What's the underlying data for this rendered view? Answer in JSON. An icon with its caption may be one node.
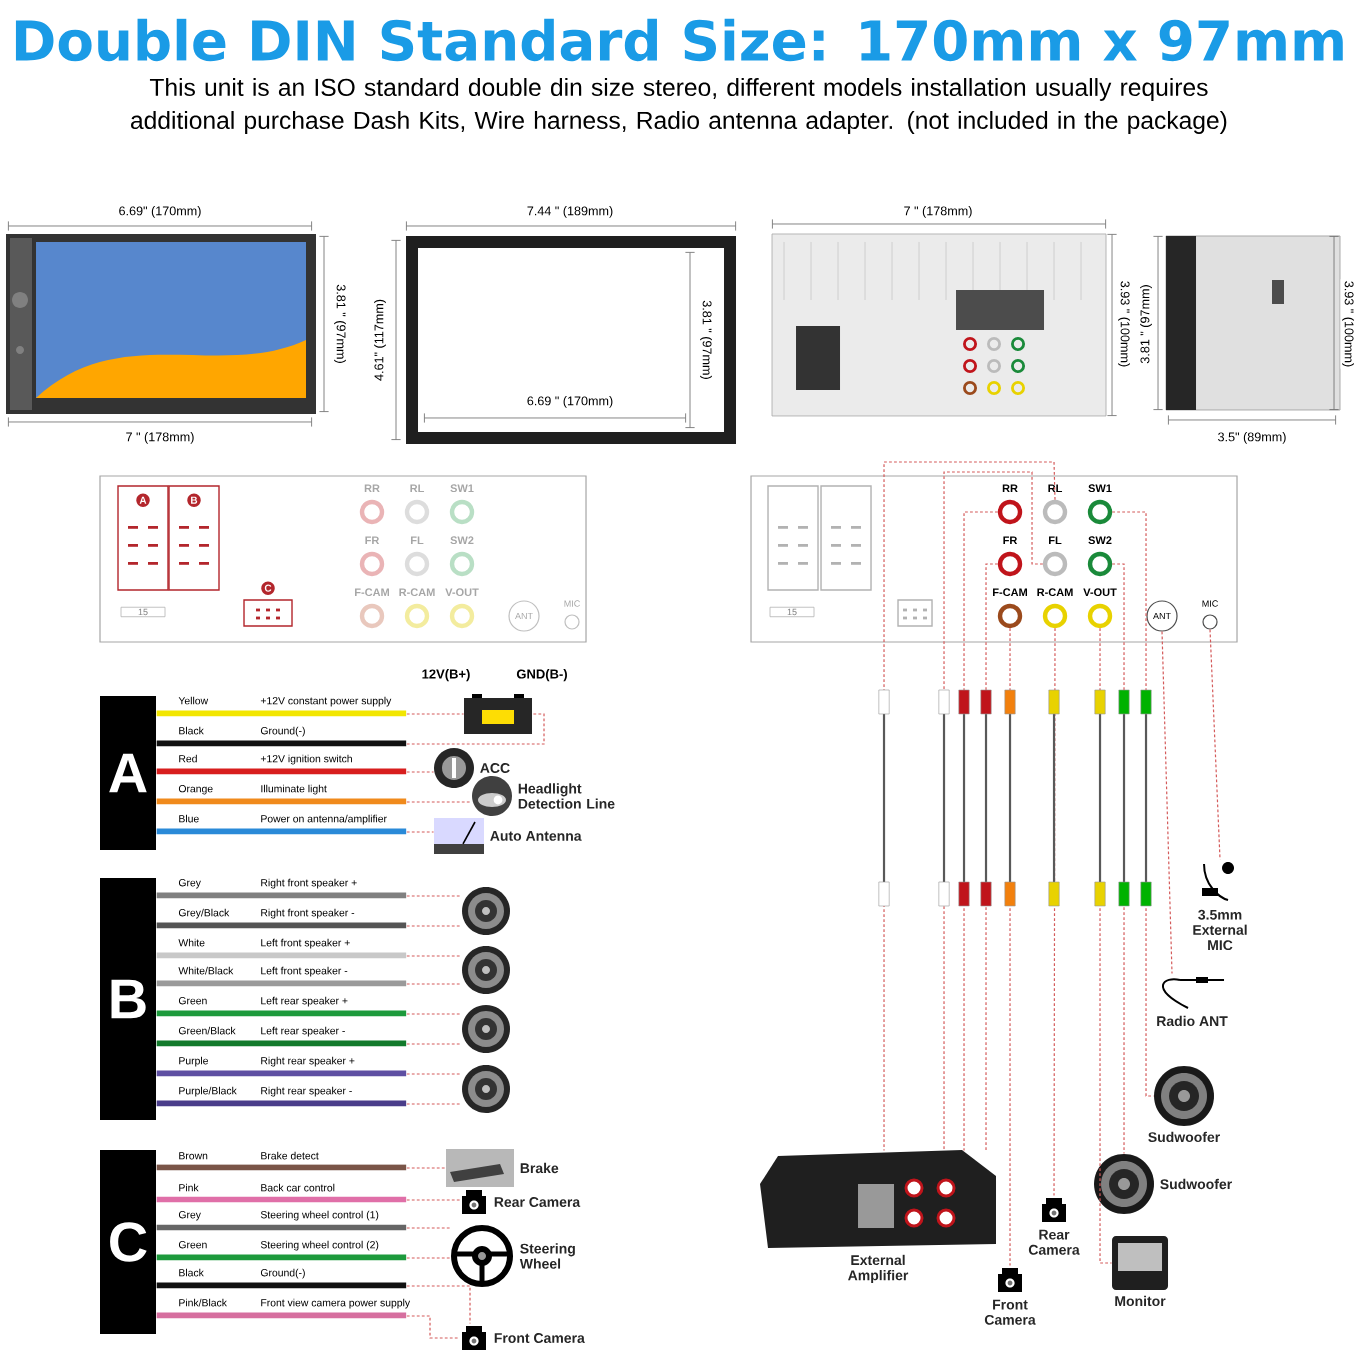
{
  "diagram": {
    "title": "Double DIN Standard Size: 170mm x 97mm",
    "nodes": [
      {
        "text": [],
        "shape": "box"
      },
      {
        "text": [
          "A"
        ],
        "in": 0
      },
      {
        "text": [
          "B"
        ],
        "in": 0
      },
      {
        "text": [
          "C"
        ],
        "in": 0
      },
      {
        "text": [
          "RR"
        ],
        "in": 0
      },
      {
        "text": [
          "RL"
        ],
        "in": 0
      },
      {
        "text": [
          "SW1"
        ],
        "in": 0
      },
      {
        "text": [
          "FR"
        ],
        "in": 0
      },
      {
        "text": [
          "FL"
        ],
        "in": 0
      },
      {
        "text": [
          "SW2"
        ],
        "in": 0
      },
      {
        "text": [
          "F-CAM"
        ],
        "in": 0
      },
      {
        "text": [
          "R-CAM"
        ],
        "in": 0
      },
      {
        "text": [
          "V-OUT"
        ],
        "in": 0
      },
      {
        "text": [
          "ANT"
        ],
        "in": 0
      },
      {
        "text": [
          "MIC"
        ],
        "in": 0
      },
      {
        "text": [],
        "shape": "box"
      },
      {
        "text": [],
        "shape": "box",
        "in": 15
      },
      {
        "text": [],
        "shape": "box",
        "in": 15
      },
      {
        "text": [],
        "shape": "box",
        "in": 15
      },
      {
        "text": [
          "RR"
        ],
        "in": 15
      },
      {
        "text": [
          "RL"
        ],
        "in": 15
      },
      {
        "text": [
          "SW1"
        ],
        "in": 15
      },
      {
        "text": [
          "FR"
        ],
        "in": 15
      },
      {
        "text": [
          "FL"
        ],
        "in": 15
      },
      {
        "text": [
          "SW2"
        ],
        "in": 15
      },
      {
        "text": [
          "F-CAM"
        ],
        "in": 15
      },
      {
        "text": [
          "R-CAM"
        ],
        "in": 15
      },
      {
        "text": [
          "V-OUT"
        ],
        "in": 15
      },
      {
        "text": [
          "ANT"
        ],
        "in": 15
      },
      {
        "text": [
          "MIC"
        ],
        "in": 15
      },
      {
        "text": [
          "A"
        ]
      },
      {
        "text": [
          "Yellow",
          "+12V constant power supply"
        ]
      },
      {
        "text": [
          "Black",
          "Ground(-)"
        ]
      },
      {
        "text": [
          "Red",
          "+12V ignition switch"
        ]
      },
      {
        "text": [
          "Orange",
          "Illuminate light"
        ]
      },
      {
        "text": [
          "Blue",
          "Power on antenna/amplifier"
        ]
      },
      {
        "text": [
          "B"
        ]
      },
      {
        "text": [
          "Grey",
          "Right front speaker +"
        ]
      },
      {
        "text": [
          "Grey/Black",
          "Right front speaker -"
        ]
      },
      {
        "text": [
          "White",
          "Left front speaker +"
        ]
      },
      {
        "text": [
          "White/Black",
          "Left front speaker -"
        ]
      },
      {
        "text": [
          "Green",
          "Left rear speaker +"
        ]
      },
      {
        "text": [
          "Green/Black",
          "Left rear speaker -"
        ]
      },
      {
        "text": [
          "Purple",
          "Right rear speaker +"
        ]
      },
      {
        "text": [
          "Purple/Black",
          "Right rear speaker -"
        ]
      },
      {
        "text": [
          "C"
        ]
      },
      {
        "text": [
          "Brown",
          "Brake detect"
        ]
      },
      {
        "text": [
          "Pink",
          "Back car control"
        ]
      },
      {
        "text": [
          "Grey",
          "Steering wheel control (1)"
        ]
      },
      {
        "text": [
          "Green",
          "Steering wheel control (2)"
        ]
      },
      {
        "text": [
          "Black",
          "Ground(-)"
        ]
      },
      {
        "text": [
          "Pink/Black",
          "Front view camera power supply"
        ]
      },
      {
        "text": [],
        "shape": "picture",
        "beside": [
          "12V(B+)",
          "GND(B-)"
        ]
      },
      {
        "text": [
          "ACC"
        ]
      },
      {
        "text": [
          "Headlight Detection Line"
        ]
      },
      {
        "text": [
          "Auto Antenna"
        ]
      },
      {
        "text": [],
        "shape": "picture"
      },
      {
        "text": [],
        "shape": "picture"
      },
      {
        "text": [],
        "shape": "picture"
      },
      {
        "text": [],
        "shape": "picture"
      },
      {
        "text": [
          "Brake"
        ]
      },
      {
        "text": [
          "Rear Camera"
        ]
      },
      {
        "text": [
          "Steering Wheel"
        ]
      },
      {
        "text": [
          "Front Camera"
        ]
      },
      {
        "text": [
          "3.5mm External MIC"
        ]
      },
      {
        "text": [
          "Radio ANT"
        ]
      },
      {
        "text": [
          "Sudwoofer"
        ]
      },
      {
        "text": [
          "Sudwoofer"
        ]
      },
      {
        "text": [
          "External Amplifier"
        ]
      },
      {
        "text": [
          "Rear Camera"
        ]
      },
      {
        "text": [
          "Front Camera"
        ]
      },
      {
        "text": [
          "Monitor"
        ]
      }
    ],
    "edges": [
      {
        "from": 31,
        "to": 52,
        "arrow": "none",
        "style": "dashed"
      },
      {
        "from": 32,
        "to": 52,
        "arrow": "none",
        "style": "dashed"
      },
      {
        "from": 33,
        "to": 53,
        "arrow": "none",
        "style": "dashed"
      },
      {
        "from": 34,
        "to": 54,
        "arrow": "none",
        "style": "dashed"
      },
      {
        "from": 35,
        "to": 55,
        "arrow": "none",
        "style": "dashed"
      },
      {
        "from": 37,
        "to": 56,
        "arrow": "none",
        "style": "dashed"
      },
      {
        "from": 38,
        "to": 56,
        "arrow": "none",
        "style": "dashed"
      },
      {
        "from": 39,
        "to": 57,
        "arrow": "none",
        "style": "dashed"
      },
      {
        "from": 40,
        "to": 57,
        "arrow": "none",
        "style": "dashed"
      },
      {
        "from": 41,
        "to": 58,
        "arrow": "none",
        "style": "dashed"
      },
      {
        "from": 42,
        "to": 58,
        "arrow": "none",
        "style": "dashed"
      },
      {
        "from": 43,
        "to": 59,
        "arrow": "none",
        "style": "dashed"
      },
      {
        "from": 44,
        "to": 59,
        "arrow": "none",
        "style": "dashed"
      },
      {
        "from": 46,
        "to": 60,
        "arrow": "none",
        "style": "dashed"
      },
      {
        "from": 47,
        "to": 61,
        "arrow": "none",
        "style": "dashed"
      },
      {
        "from": 48,
        "to": 62,
        "arrow": "none",
        "style": "dashed"
      },
      {
        "from": 49,
        "to": 62,
        "arrow": "none",
        "style": "dashed"
      },
      {
        "from": 50,
        "to": 63,
        "arrow": "none",
        "style": "dashed"
      },
      {
        "from": 51,
        "to": 63,
        "arrow": "none",
        "style": "dashed"
      },
      {
        "from": 20,
        "to": 68,
        "arrow": "none",
        "style": "dashed"
      },
      {
        "from": 23,
        "to": 68,
        "arrow": "none",
        "style": "dashed"
      },
      {
        "from": 19,
        "to": 68,
        "arrow": "none",
        "style": "dashed"
      },
      {
        "from": 22,
        "to": 68,
        "arrow": "none",
        "style": "dashed"
      },
      {
        "from": 25,
        "to": 70,
        "arrow": "none",
        "style": "dashed"
      },
      {
        "from": 26,
        "to": 69,
        "arrow": "none",
        "style": "dashed"
      },
      {
        "from": 27,
        "to": 71,
        "arrow": "none",
        "style": "dashed"
      },
      {
        "from": 24,
        "to": 67,
        "arrow": "none",
        "style": "dashed"
      },
      {
        "from": 21,
        "to": 66,
        "arrow": "none",
        "style": "dashed"
      },
      {
        "from": 28,
        "to": 65,
        "arrow": "none",
        "style": "dashed"
      },
      {
        "from": 29,
        "to": 64,
        "arrow": "none",
        "style": "dashed"
      }
    ],
    "labels": [
      "This unit is an ISO standard double din size stereo, different models installation usually requires additional purchase Dash Kits, Wire harness, Radio antenna adapter. (not included in the package)",
      "6.69\" (170mm)",
      "3.81 \" (97mm)",
      "7 \" (178mm)",
      "7.44 \" (189mm)",
      "4.61\" (117mm)",
      "3.81 \" (97mm)",
      "6.69 \" (170mm)",
      "7 \" (178mm)",
      "3.93 \" (100mm)",
      "3.81 \" (97mm)",
      "3.93 \" (100mm)",
      "3.5\" (89mm)",
      "15",
      "15"
    ]
  }
}
